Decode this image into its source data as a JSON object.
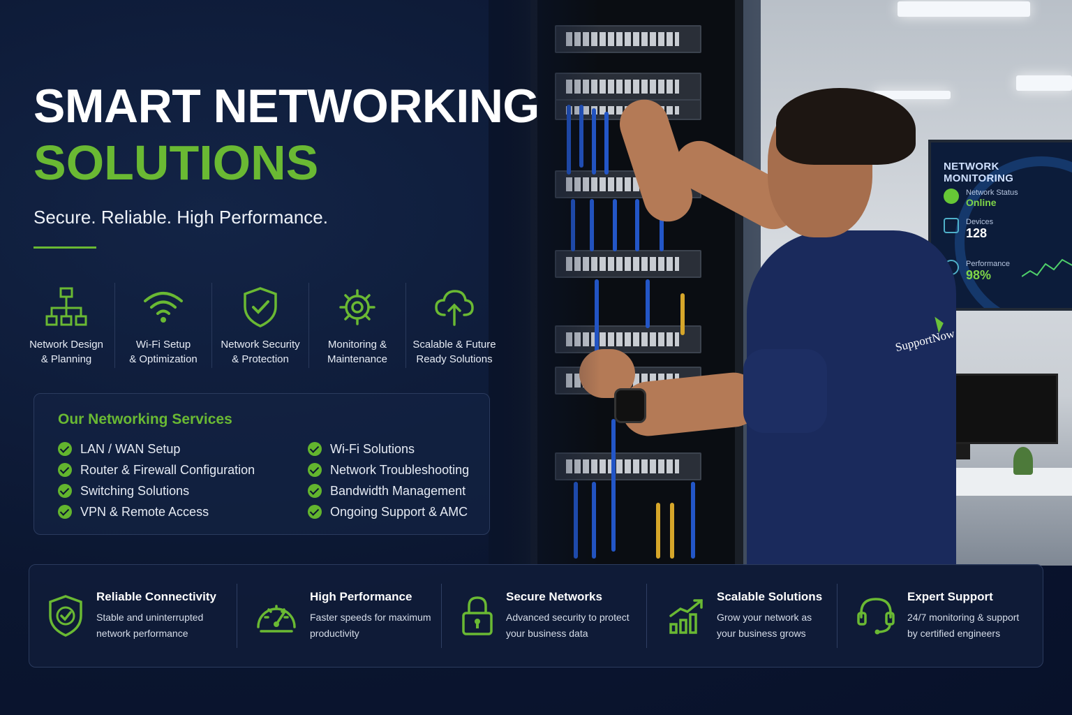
{
  "hero": {
    "title_line1": "SMART NETWORKING",
    "title_line2": "SOLUTIONS",
    "subtitle": "Secure. Reliable. High Performance."
  },
  "features": [
    {
      "label": "Network Design\n& Planning",
      "icon": "network-hierarchy-icon"
    },
    {
      "label": "Wi-Fi Setup\n& Optimization",
      "icon": "wifi-icon"
    },
    {
      "label": "Network Security\n& Protection",
      "icon": "shield-check-icon"
    },
    {
      "label": "Monitoring &\nMaintenance",
      "icon": "gear-icon"
    },
    {
      "label": "Scalable & Future\nReady Solutions",
      "icon": "cloud-upload-icon"
    }
  ],
  "services": {
    "title": "Our Networking Services",
    "left": [
      "LAN / WAN Setup",
      "Router & Firewall Configuration",
      "Switching Solutions",
      "VPN & Remote Access"
    ],
    "right": [
      "Wi-Fi Solutions",
      "Network Troubleshooting",
      "Bandwidth Management",
      "Ongoing Support & AMC"
    ]
  },
  "benefits": [
    {
      "title": "Reliable Connectivity",
      "desc": "Stable and uninterrupted\nnetwork performance",
      "icon": "shield-check-icon"
    },
    {
      "title": "High Performance",
      "desc": "Faster speeds for maximum\nproductivity",
      "icon": "speedometer-icon"
    },
    {
      "title": "Secure Networks",
      "desc": "Advanced security to protect\nyour business data",
      "icon": "padlock-icon"
    },
    {
      "title": "Scalable Solutions",
      "desc": "Grow your network as\nyour business grows",
      "icon": "growth-chart-icon"
    },
    {
      "title": "Expert Support",
      "desc": "24/7 monitoring & support\nby certified engineers",
      "icon": "headset-icon"
    }
  ],
  "monitor_screen": {
    "title": "NETWORK MONITORING",
    "status_label": "Network Status",
    "status_value": "Online",
    "devices_label": "Devices",
    "devices_value": "128",
    "performance_label": "Performance",
    "performance_value": "98%"
  },
  "shirt_logo": "SupportNow",
  "colors": {
    "accent_green": "#6ab933",
    "background_navy": "#0b1630",
    "panel_border": "#2b3b5e"
  }
}
